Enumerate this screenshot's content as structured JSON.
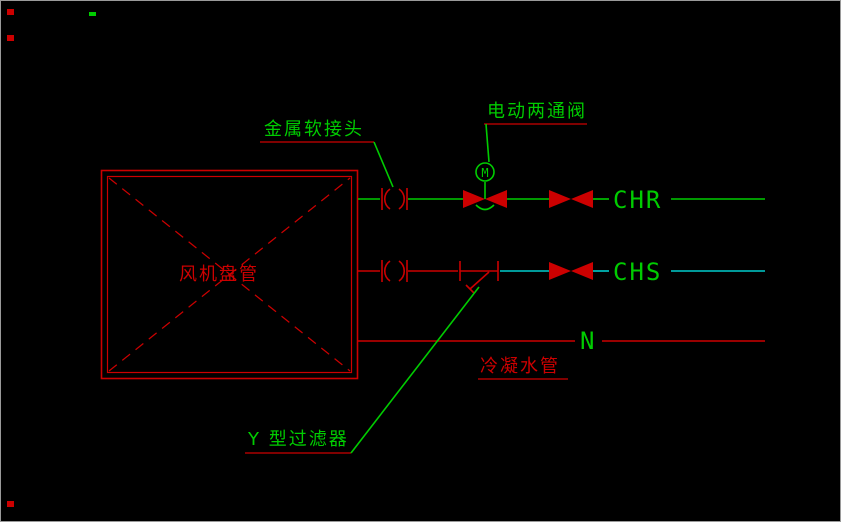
{
  "colors": {
    "background": "#000000",
    "frame_border": "#9a9a9a",
    "red": "#cc0000",
    "green": "#00cc00",
    "cyan": "#00cccc"
  },
  "fan_coil": {
    "label": "风机盘管"
  },
  "callouts": {
    "flexible_joint": "金属软接头",
    "motorized_two_way_valve": "电动两通阀",
    "y_strainer": "Y 型过滤器",
    "condensate_pipe": "冷凝水管"
  },
  "pipe_tags": {
    "chilled_water_return": "CHR",
    "chilled_water_supply": "CHS",
    "condensate": "N"
  },
  "valve": {
    "motor_letter": "M"
  }
}
